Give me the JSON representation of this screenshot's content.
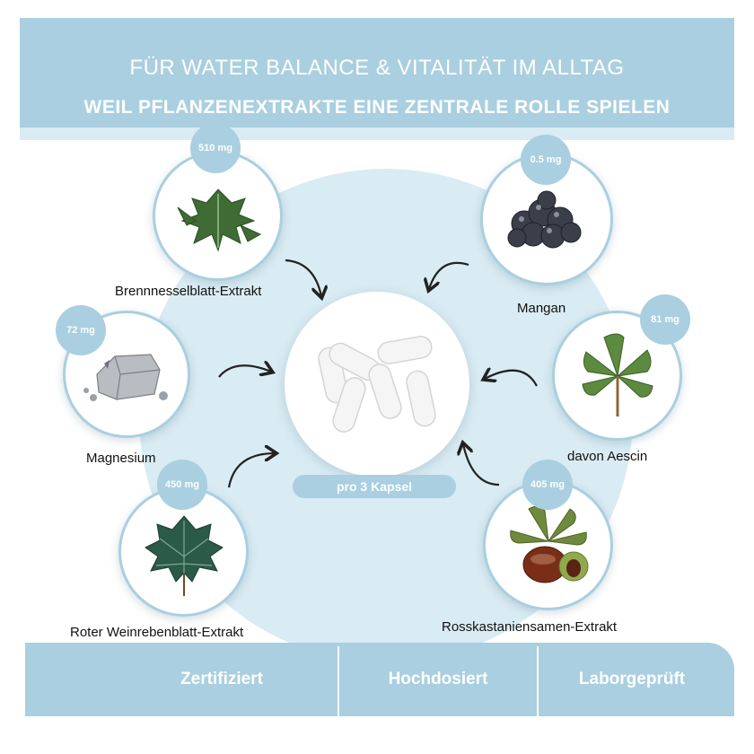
{
  "header": {
    "line1": "FÜR WATER BALANCE & VITALITÄT IM ALLTAG",
    "line2": "WEIL PFLANZENEXTRAKTE EINE ZENTRALE ROLLE SPIELEN"
  },
  "center": {
    "label": "pro 3 Kapsel"
  },
  "ingredients": [
    {
      "name": "Brennnesselblatt-Extrakt",
      "dose": "510 mg"
    },
    {
      "name": "Mangan",
      "dose": "0.5 mg"
    },
    {
      "name": "Magnesium",
      "dose": "72 mg"
    },
    {
      "name": "davon Aescin",
      "dose": "81 mg"
    },
    {
      "name": "Roter Weinrebenblatt-Extrakt",
      "dose": "450 mg"
    },
    {
      "name": "Rosskastaniensamen-Extrakt",
      "dose": "405 mg"
    }
  ],
  "footer": {
    "items": [
      "Zertifiziert",
      "Hochdosiert",
      "Laborgeprüft"
    ]
  },
  "colors": {
    "accent": "#a9cfe0",
    "light": "#d9ebf3"
  }
}
